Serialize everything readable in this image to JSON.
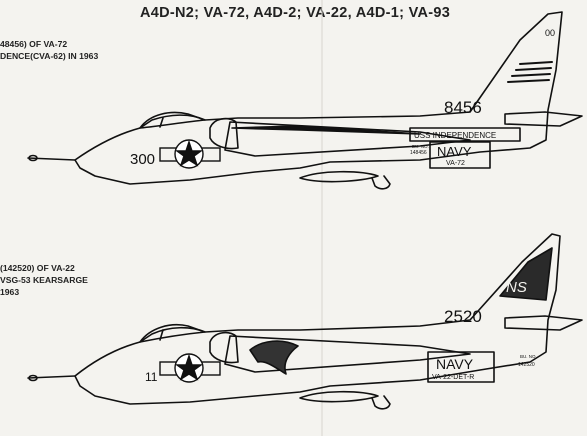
{
  "heading": "A4D-N2; VA-72, A4D-2; VA-22, A4D-1; VA-93",
  "aircraft": [
    {
      "caption_line1": "48456) OF VA-72",
      "caption_line2": "DENCE(CVA-62) IN 1963",
      "tail_code": "00",
      "tail_number": "8456",
      "nose_number": "300",
      "ship_name": "USS INDEPENDENCE",
      "service": "NAVY",
      "squadron": "VA-72",
      "bureau_label": "BU. NO.",
      "bureau_number": "148456"
    },
    {
      "caption_line1": "(142520) OF VA-22",
      "caption_line2": "VSG-53  KEARSARGE",
      "caption_line3": "1963",
      "tail_code": "NS",
      "tail_number": "2520",
      "nose_number": "11",
      "service": "NAVY",
      "squadron": "VA-22-DET-R",
      "bureau_label": "BU. NO.",
      "bureau_number": "142520"
    }
  ],
  "colors": {
    "paper": "#f4f3ef",
    "ink": "#111111"
  }
}
